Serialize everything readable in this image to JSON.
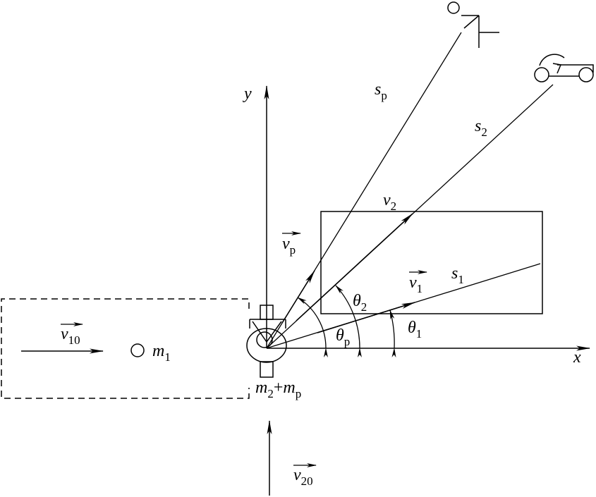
{
  "labels": {
    "y_axis": "y",
    "x_axis": "x",
    "sp": {
      "base": "s",
      "sub": "p"
    },
    "s2": {
      "base": "s",
      "sub": "2"
    },
    "s1": {
      "base": "s",
      "sub": "1"
    },
    "v2": {
      "base": "v",
      "sub": "2"
    },
    "vp": {
      "base": "v",
      "sub": "p"
    },
    "v1": {
      "base": "v",
      "sub": "1"
    },
    "v10": {
      "base": "v",
      "sub": "10"
    },
    "v20": {
      "base": "v",
      "sub": "20"
    },
    "theta2": {
      "base": "θ",
      "sub": "2"
    },
    "thetap": {
      "base": "θ",
      "sub": "p"
    },
    "theta1": {
      "base": "θ",
      "sub": "1"
    },
    "m1": {
      "base": "m",
      "sub": "1"
    },
    "m2mp": {
      "a": "m",
      "a_sub": "2",
      "plus": "+",
      "b": "m",
      "b_sub": "p"
    }
  },
  "icons": [
    "pedestrian-icon",
    "motorcycle-icon",
    "vehicle-top-view-icon"
  ]
}
